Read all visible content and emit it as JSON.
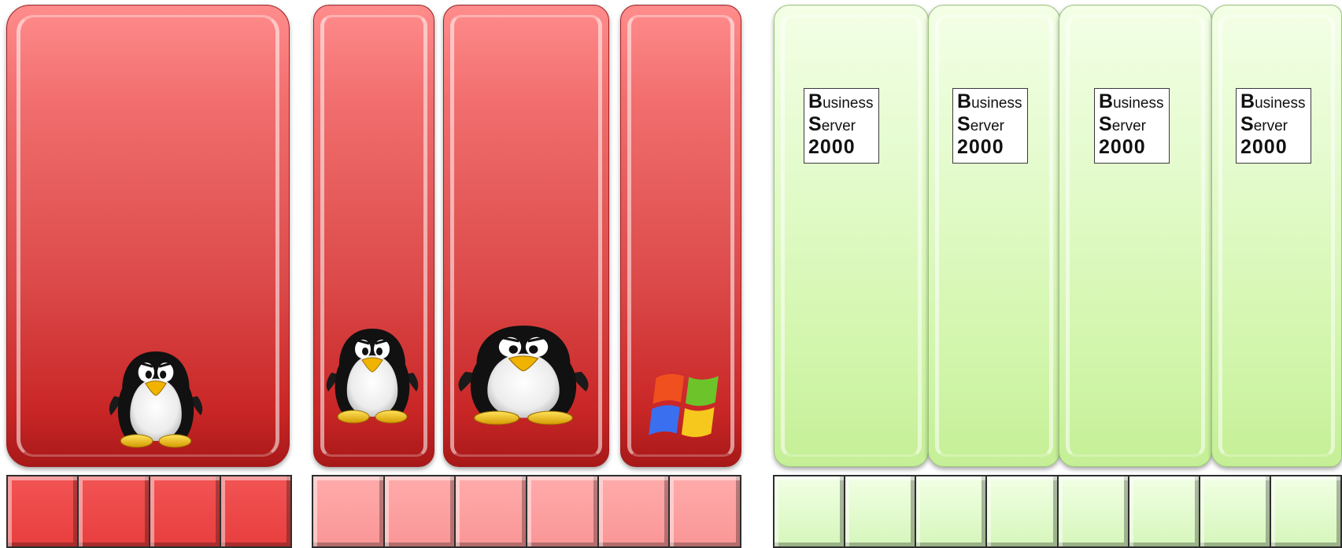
{
  "colors": {
    "vm_red": "#e04a4a",
    "vm_green": "#d8f7b8",
    "block_dark_red": "#ee4a4a",
    "block_light_red": "#fca0a0",
    "block_green": "#e3fad0"
  },
  "hosts": [
    {
      "vms": [
        {
          "color": "red",
          "os_icon": "linux-penguin-icon"
        }
      ],
      "resource_blocks": {
        "count": 4,
        "color": "dark-red"
      }
    },
    {
      "vms": [
        {
          "color": "red",
          "os_icon": "linux-penguin-icon"
        },
        {
          "color": "red",
          "os_icon": "linux-penguin-icon"
        },
        {
          "color": "red",
          "os_icon": "windows-logo-icon"
        }
      ],
      "resource_blocks": {
        "count": 6,
        "color": "light-red"
      }
    },
    {
      "vms": [
        {
          "color": "green",
          "os_icon": "business-server-logo"
        },
        {
          "color": "green",
          "os_icon": "business-server-logo"
        },
        {
          "color": "green",
          "os_icon": "business-server-logo"
        },
        {
          "color": "green",
          "os_icon": "business-server-logo"
        }
      ],
      "resource_blocks": {
        "count": 8,
        "color": "green"
      }
    }
  ],
  "business_server_logo": {
    "b": "B",
    "b_rest": "usiness",
    "s": "S",
    "s_rest": "erver",
    "year": "2000"
  }
}
